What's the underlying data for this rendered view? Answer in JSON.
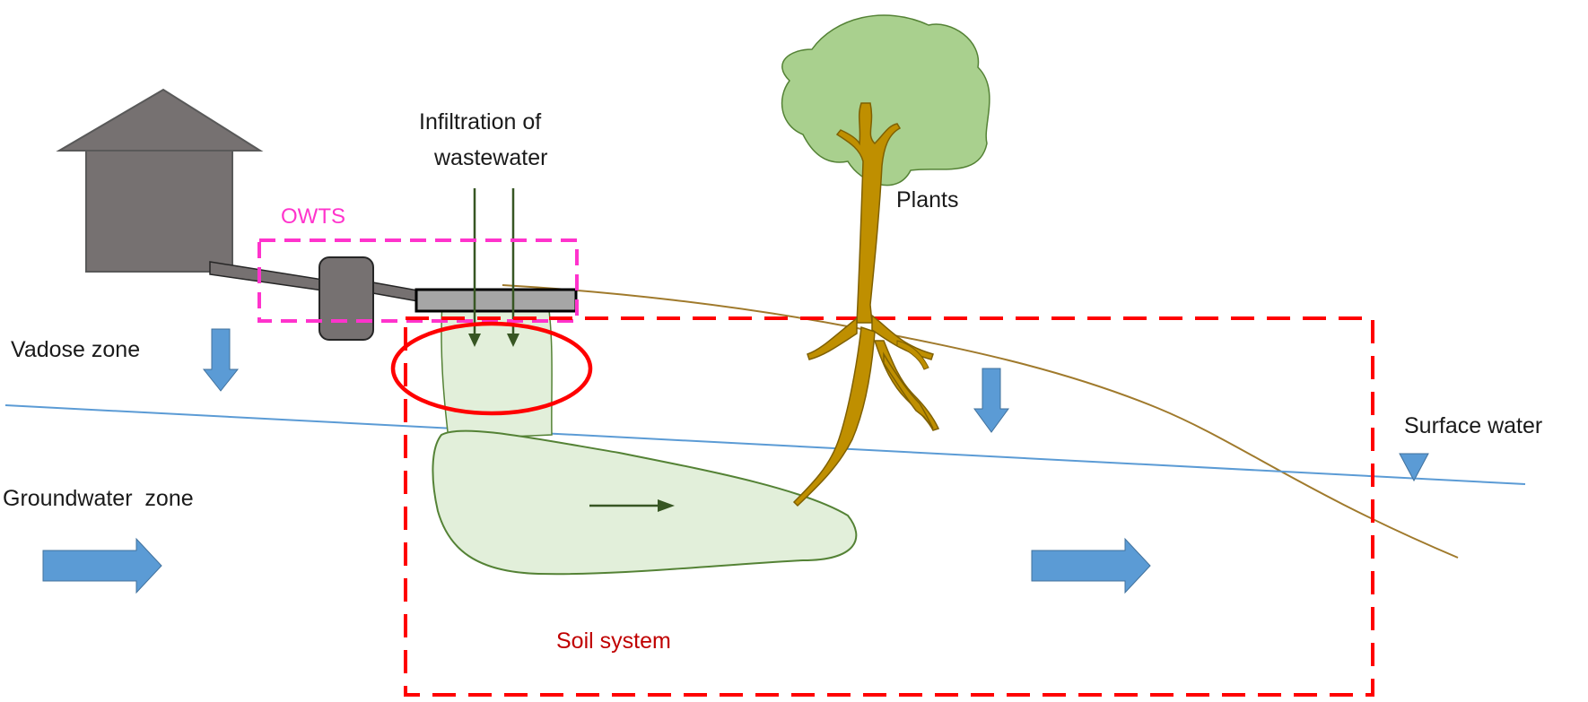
{
  "labels": {
    "infiltration_line1": "Infiltration of",
    "infiltration_line2": "wastewater",
    "owts": "OWTS",
    "plants": "Plants",
    "vadose_zone": "Vadose zone",
    "groundwater_zone": "Groundwater  zone",
    "surface_water": "Surface water",
    "soil_system": "Soil system"
  },
  "colors": {
    "house": "#767171",
    "owts_box": "#ff33cc",
    "soil_box": "#ff0000",
    "ellipse": "#ff0000",
    "flow_arrow": "#5b9bd5",
    "water_table": "#5b9bd5",
    "plume_fill": "#e2efda",
    "plume_stroke": "#548235",
    "tree_canopy": "#a9d08e",
    "tree_trunk": "#bf8f00",
    "ground_line": "#a07a2c"
  }
}
